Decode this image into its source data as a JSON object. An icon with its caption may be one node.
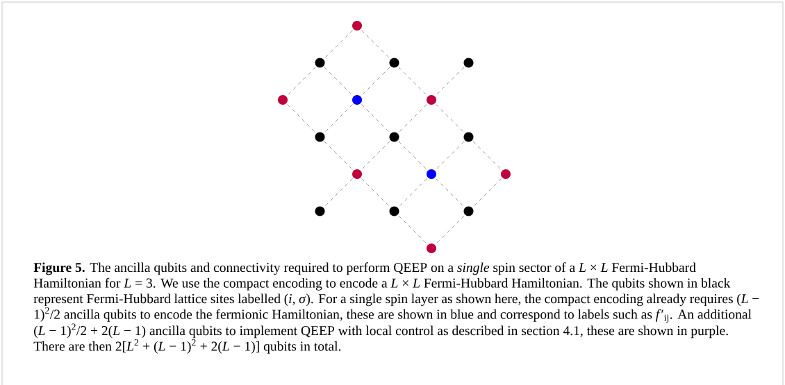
{
  "diagram": {
    "caption": "**Figure 5.** The ancilla qubits and connectivity required to perform QEEP on a *single* spin sector of a *L* × *L* Fermi-Hubbard Hamiltonian for *L* = 3. We use the compact encoding to encode a *L* × *L* Fermi-Hubbard Hamiltonian. The qubits shown in black represent Fermi-Hubbard lattice sites labelled (*i*, *σ*). For a single spin layer as shown here, the compact encoding already requires (*L* − 1)$^{2}$/2 ancilla qubits to encode the fermionic Hamiltonian, these are shown in blue and correspond to labels such as *f*′$_{ij}$. An additional (*L* − 1)$^{2}$/2 + 2(*L* − 1) ancilla qubits to implement QEEP with local control as described in section 4.1, these are shown in purple. There are then 2[*L*$^{2}$ + (*L* − 1)$^{2}$ + 2(*L* − 1)] qubits in total.",
    "nodes": [
      {
        "text": [],
        "shape": "circle"
      },
      {
        "text": [],
        "shape": "circle"
      },
      {
        "text": [],
        "shape": "circle"
      },
      {
        "text": [],
        "shape": "circle"
      },
      {
        "text": [],
        "shape": "circle"
      },
      {
        "text": [],
        "shape": "circle"
      },
      {
        "text": [],
        "shape": "circle"
      },
      {
        "text": [],
        "shape": "circle"
      },
      {
        "text": [],
        "shape": "circle"
      },
      {
        "text": [],
        "shape": "circle"
      },
      {
        "text": [],
        "shape": "circle"
      },
      {
        "text": [],
        "shape": "circle"
      },
      {
        "text": [],
        "shape": "circle"
      },
      {
        "text": [],
        "shape": "circle"
      },
      {
        "text": [],
        "shape": "circle"
      },
      {
        "text": [],
        "shape": "circle"
      },
      {
        "text": [],
        "shape": "circle"
      }
    ],
    "edges": [
      {
        "from": 0,
        "to": 1,
        "arrow": "none"
      },
      {
        "from": 0,
        "to": 2,
        "arrow": "none"
      },
      {
        "from": 1,
        "to": 4,
        "arrow": "none"
      },
      {
        "from": 1,
        "to": 5,
        "arrow": "none"
      },
      {
        "from": 2,
        "to": 5,
        "arrow": "none"
      },
      {
        "from": 2,
        "to": 6,
        "arrow": "none"
      },
      {
        "from": 3,
        "to": 6,
        "arrow": "none"
      },
      {
        "from": 4,
        "to": 7,
        "arrow": "none"
      },
      {
        "from": 5,
        "to": 7,
        "arrow": "none"
      },
      {
        "from": 5,
        "to": 8,
        "arrow": "none"
      },
      {
        "from": 6,
        "to": 8,
        "arrow": "none"
      },
      {
        "from": 6,
        "to": 9,
        "arrow": "none"
      },
      {
        "from": 7,
        "to": 10,
        "arrow": "none"
      },
      {
        "from": 8,
        "to": 10,
        "arrow": "none"
      },
      {
        "from": 8,
        "to": 11,
        "arrow": "none"
      },
      {
        "from": 9,
        "to": 11,
        "arrow": "none"
      },
      {
        "from": 9,
        "to": 12,
        "arrow": "none"
      },
      {
        "from": 10,
        "to": 13,
        "arrow": "none"
      },
      {
        "from": 10,
        "to": 14,
        "arrow": "none"
      },
      {
        "from": 11,
        "to": 14,
        "arrow": "none"
      },
      {
        "from": 11,
        "to": 15,
        "arrow": "none"
      },
      {
        "from": 12,
        "to": 15,
        "arrow": "none"
      },
      {
        "from": 14,
        "to": 16,
        "arrow": "none"
      },
      {
        "from": 15,
        "to": 16,
        "arrow": "none"
      }
    ]
  }
}
